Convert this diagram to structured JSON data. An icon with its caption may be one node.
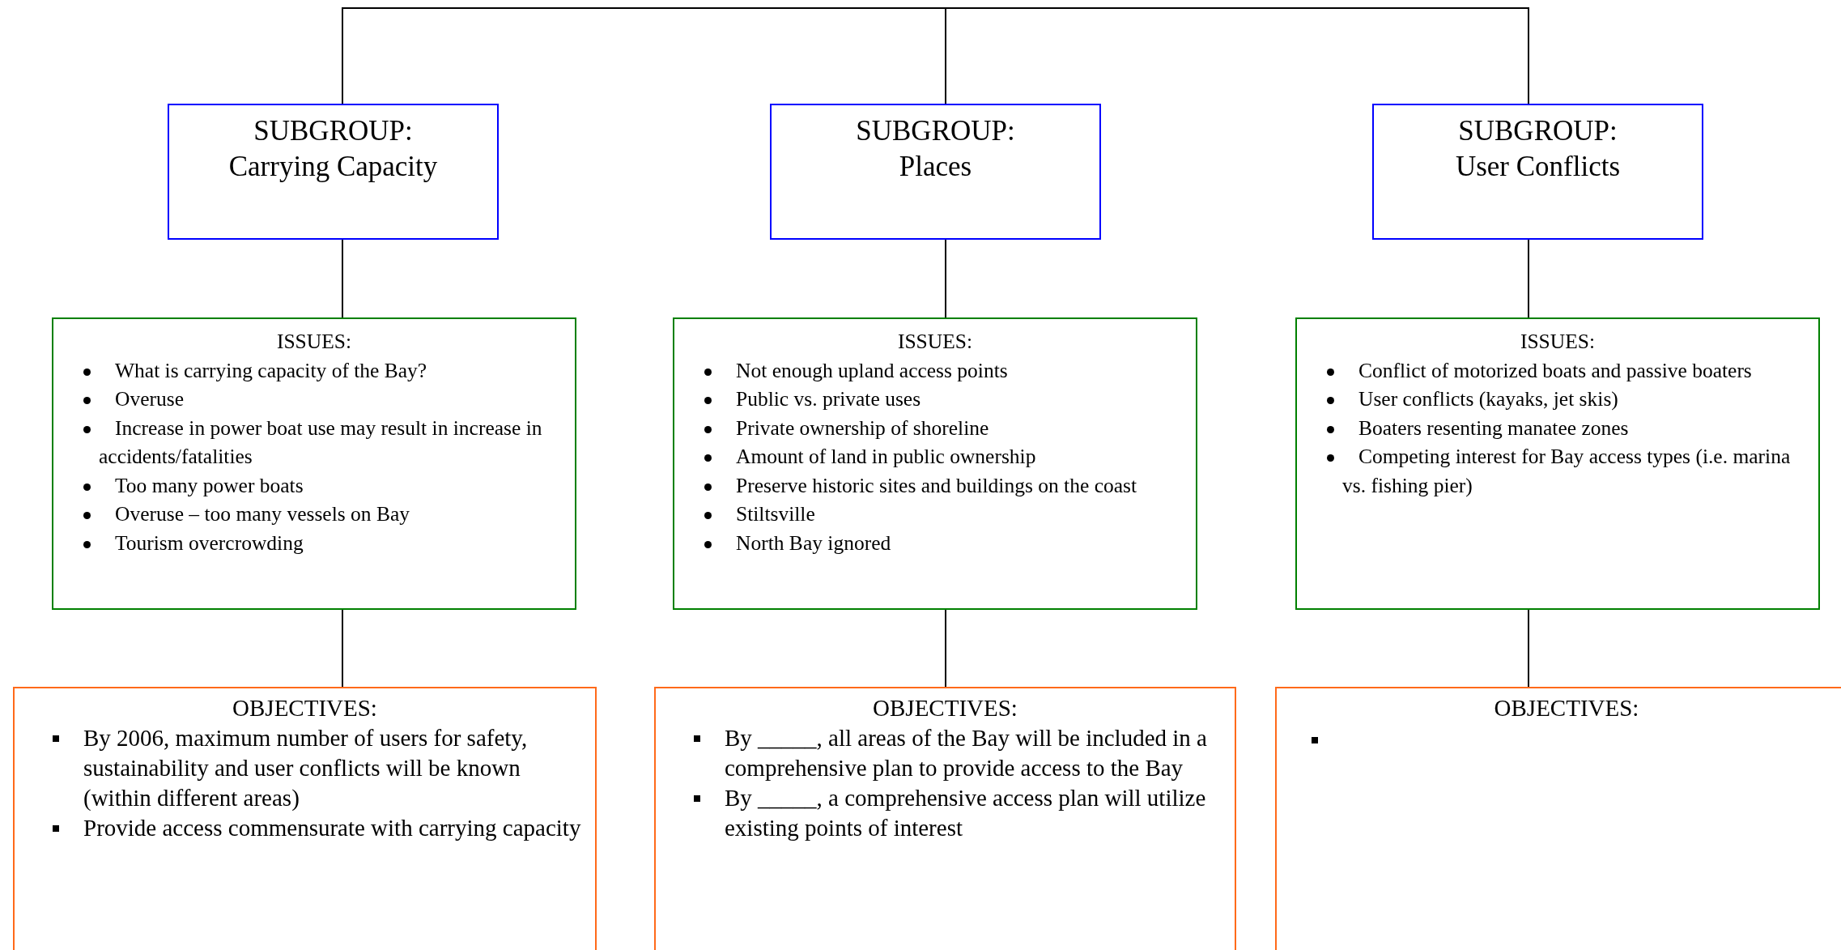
{
  "diagram": {
    "nodes": [
      {
        "text": [
          "SUBGROUP:",
          "Carrying Capacity"
        ]
      },
      {
        "text": [
          "SUBGROUP:",
          "Places"
        ]
      },
      {
        "text": [
          "SUBGROUP:",
          "User Conflicts"
        ]
      },
      {
        "text": [
          "ISSUES:",
          "What is carrying capacity of the Bay?",
          "Overuse",
          "Increase in power boat use may result in increase in accidents/fatalities",
          "Too many power boats",
          "Overuse – too many vessels on Bay",
          "Tourism overcrowding"
        ]
      },
      {
        "text": [
          "ISSUES:",
          "Not enough upland access points",
          "Public vs. private uses",
          "Private ownership of shoreline",
          "Amount of land in public ownership",
          "Preserve historic sites and buildings on the coast",
          "Stiltsville",
          "North Bay ignored"
        ]
      },
      {
        "text": [
          "ISSUES:",
          "Conflict of motorized boats and passive boaters",
          "User conflicts (kayaks, jet skis)",
          "Boaters resenting manatee zones",
          "Competing interest for Bay access types (i.e. marina vs. fishing pier)"
        ]
      },
      {
        "text": [
          "OBJECTIVES:",
          "By 2006, maximum number of users for safety, sustainability and user conflicts will be known (within different areas)",
          "Provide access commensurate with carrying capacity"
        ]
      },
      {
        "text": [
          "OBJECTIVES:",
          "By _____, all areas of the Bay will be included in a comprehensive plan to provide access to the Bay",
          "By _____, a comprehensive access plan will utilize existing points of interest"
        ]
      },
      {
        "text": [
          "OBJECTIVES:"
        ]
      }
    ],
    "edges": [
      {
        "from": 0,
        "to": 1,
        "arrow": "none"
      },
      {
        "from": 1,
        "to": 2,
        "arrow": "none"
      },
      {
        "from": 0,
        "to": 3,
        "arrow": "none"
      },
      {
        "from": 1,
        "to": 4,
        "arrow": "none"
      },
      {
        "from": 2,
        "to": 5,
        "arrow": "none"
      },
      {
        "from": 3,
        "to": 6,
        "arrow": "none"
      },
      {
        "from": 4,
        "to": 7,
        "arrow": "none"
      },
      {
        "from": 5,
        "to": 8,
        "arrow": "none"
      }
    ]
  }
}
